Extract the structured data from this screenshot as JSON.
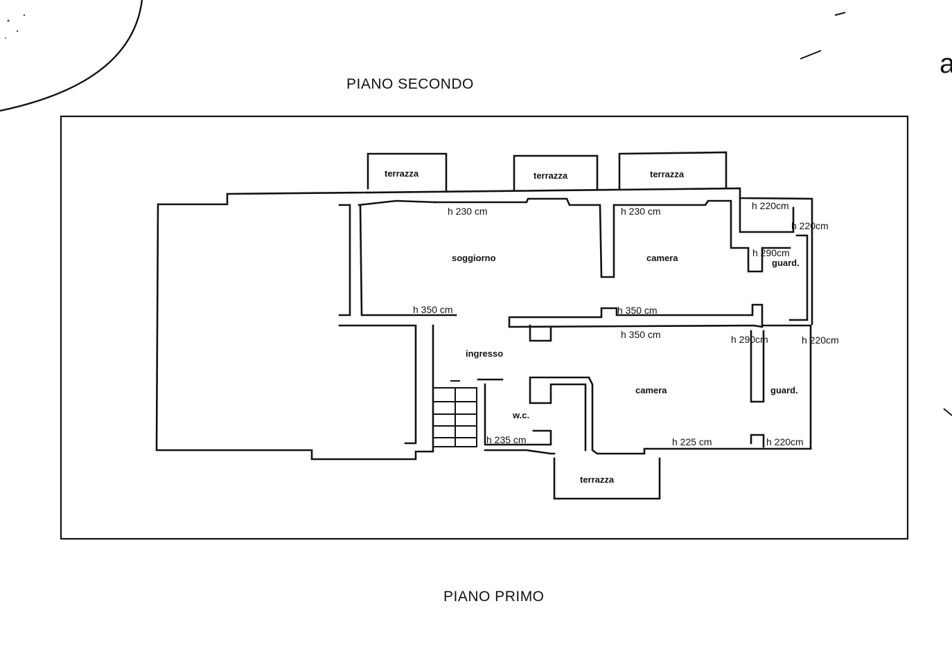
{
  "titles": {
    "top": "PIANO SECONDO",
    "bottom": "PIANO PRIMO",
    "edge_letter": "a"
  },
  "rooms": {
    "soggiorno": "soggiorno",
    "camera_upper": "camera",
    "camera_lower": "camera",
    "ingresso": "ingresso",
    "wc": "w.c.",
    "guard_upper": "guard.",
    "guard_lower": "guard.",
    "terrazza_1": "terrazza",
    "terrazza_2": "terrazza",
    "terrazza_3": "terrazza",
    "terrazza_bottom": "terrazza"
  },
  "heights": {
    "soggiorno_top": "h 230 cm",
    "camera_top": "h 230 cm",
    "corner_top": "h 220cm",
    "corner_right": "h 220cm",
    "guard_upper": "h 290cm",
    "corridor_left": "h 350 cm",
    "corridor_mid": "h 350 cm",
    "corridor_lower": "h 350 cm",
    "lower_mid": "h 290cm",
    "lower_right": "h 220cm",
    "wc_bottom": "h 235 cm",
    "camera_bottom": "h 225 cm",
    "corner_bottom": "h 220cm"
  }
}
